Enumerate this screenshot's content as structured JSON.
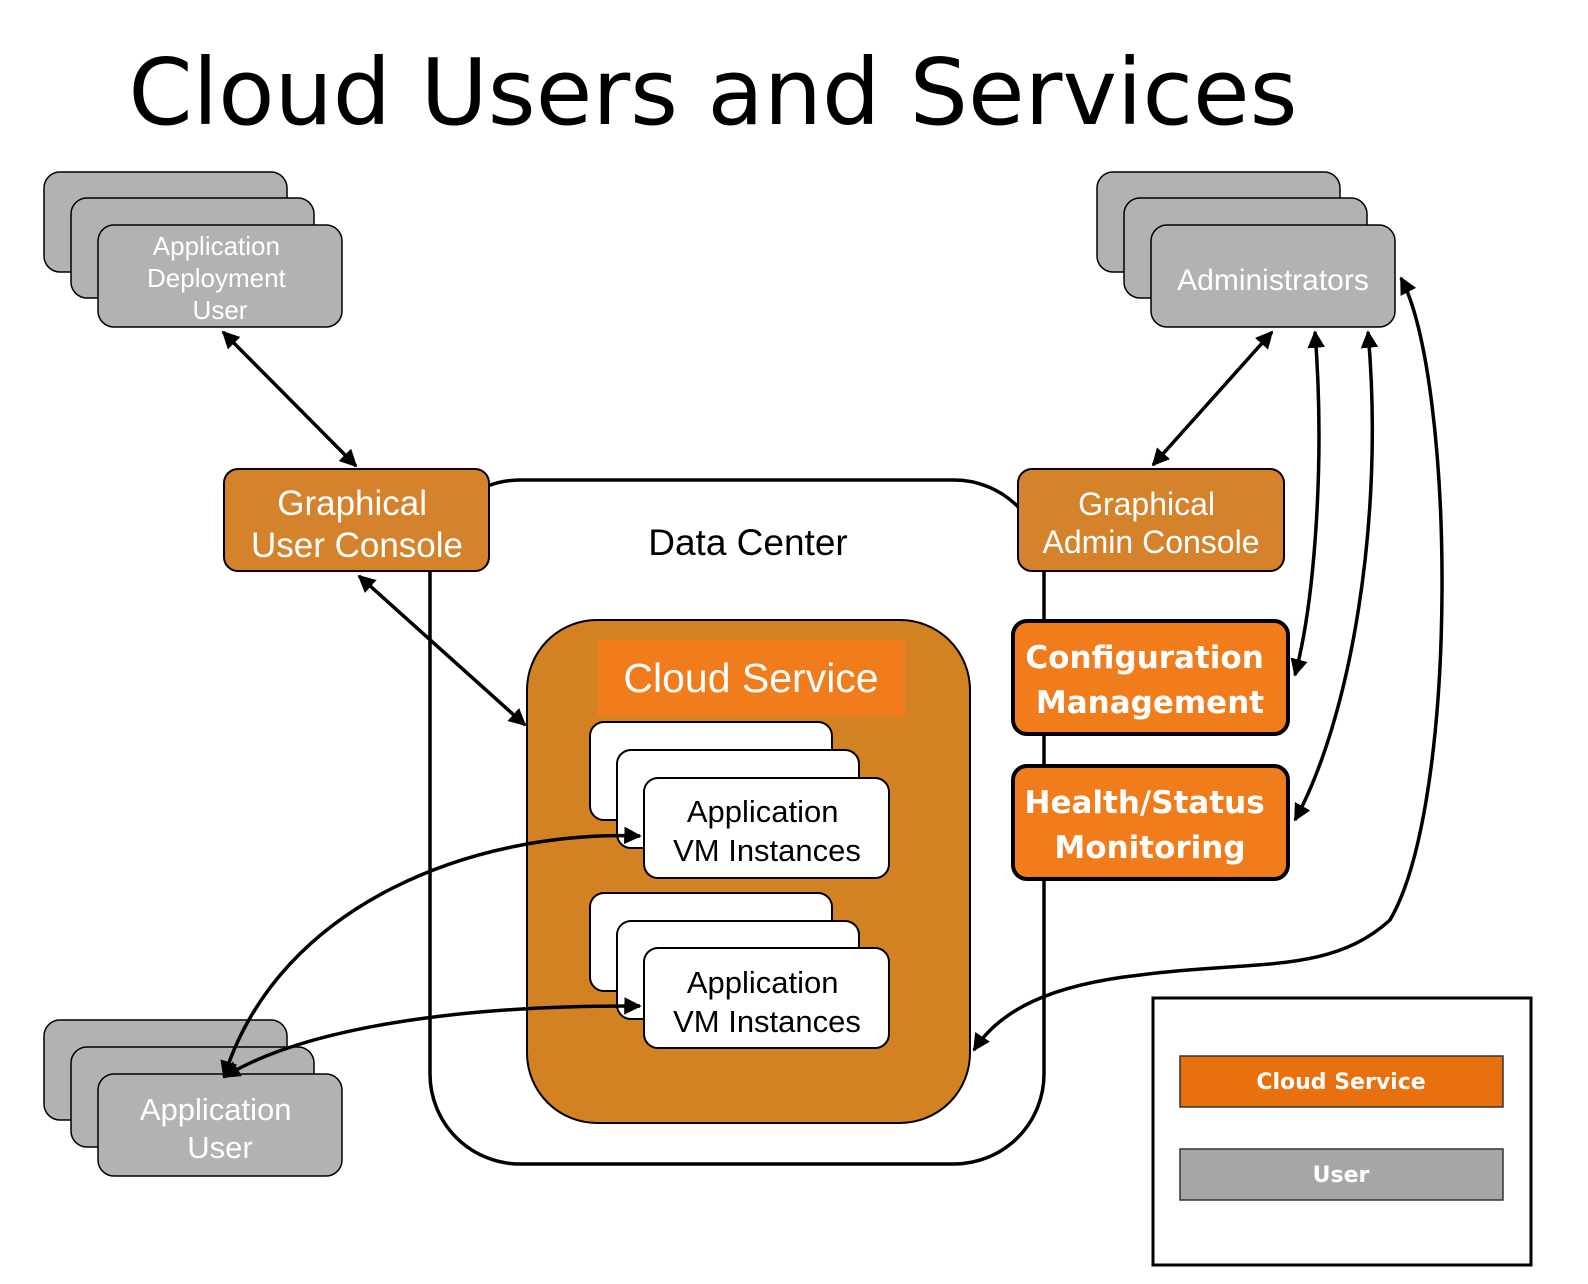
{
  "title": "Cloud Users and Services",
  "nodes": {
    "deployment_user": {
      "lines": [
        "Application",
        "Deployment",
        "User"
      ]
    },
    "administrators": {
      "lines": [
        "Administrators"
      ]
    },
    "application_user": {
      "lines": [
        "Application",
        "User"
      ]
    },
    "user_console": {
      "lines": [
        "Graphical",
        "User Console"
      ]
    },
    "admin_console": {
      "lines": [
        "Graphical",
        "Admin Console"
      ]
    },
    "data_center": {
      "label": "Data Center"
    },
    "cloud_service": {
      "label": "Cloud Service"
    },
    "vm_group_1": {
      "lines": [
        "Application",
        "VM Instances"
      ]
    },
    "vm_group_2": {
      "lines": [
        "Application",
        "VM Instances"
      ]
    },
    "config_mgmt": {
      "lines": [
        "Configuration",
        "Management"
      ]
    },
    "health_monitoring": {
      "lines": [
        "Health/Status",
        "Monitoring"
      ]
    }
  },
  "legend": {
    "cloud_service": "Cloud Service",
    "user": "User"
  },
  "colors": {
    "user_gray": "#b2b2b2",
    "console_orange": "#d4822b",
    "cloud_service_orange": "#d28123",
    "bright_orange": "#f07c1c",
    "legend_orange": "#e8700e",
    "legend_gray": "#a6a6a6"
  }
}
